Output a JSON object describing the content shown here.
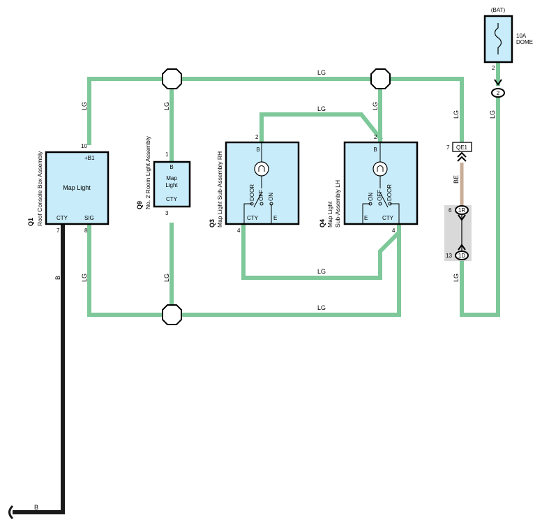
{
  "wire_labels": {
    "lg": "LG",
    "be": "BE",
    "b": "B"
  },
  "power": {
    "source": "(BAT)",
    "fuse_rating": "10A",
    "fuse_name": "DOME",
    "fuse_pin": "2"
  },
  "connector_2": "2",
  "junction_connectors": {
    "qe1": {
      "id": "QE1",
      "pin": "7"
    },
    "r1": {
      "id": "1R",
      "pin": "6"
    },
    "d1": {
      "id": "1D",
      "pin": "13"
    }
  },
  "q1": {
    "code": "Q1",
    "name": "Roof Console Box Assembly",
    "title": "Map Light",
    "pin_b1_label": "+B1",
    "pin_b1": "10",
    "pin_cty_label": "CTY",
    "pin_cty": "7",
    "pin_sig_label": "SIG",
    "pin_sig": "8"
  },
  "q9": {
    "code": "Q9",
    "name": "No. 2 Room Light Assembly",
    "title_line1": "Map",
    "title_line2": "Light",
    "pin_b_label": "B",
    "pin_b": "1",
    "pin_cty_label": "CTY",
    "pin_cty": "3"
  },
  "q3": {
    "code": "Q3",
    "name": "Map Light Sub-Assembly RH",
    "pin_b_label": "B",
    "pin_b": "2",
    "pin_cty_label": "CTY",
    "pin_cty": "4",
    "pin_e_label": "E",
    "switch": [
      "DOOR",
      "OFF",
      "ON"
    ]
  },
  "q4": {
    "code": "Q4",
    "name_line1": "Map Light",
    "name_line2": "Sub-Assembly LH",
    "pin_b_label": "B",
    "pin_b": "2",
    "pin_cty_label": "CTY",
    "pin_cty": "4",
    "pin_e_label": "E",
    "switch": [
      "ON",
      "OFF",
      "DOOR"
    ]
  }
}
